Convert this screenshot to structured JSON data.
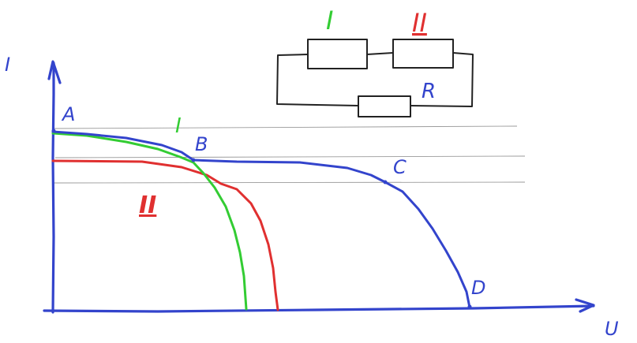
{
  "axes": {
    "y_label": "I",
    "x_label": "U"
  },
  "points": {
    "a": "A",
    "b": "B",
    "c": "C",
    "d": "D"
  },
  "curve_labels": {
    "first": "I",
    "second": "II"
  },
  "circuit": {
    "element_1": "I",
    "element_2": "II",
    "resistor": "R"
  },
  "colors": {
    "axes": "#3344cc",
    "curve_I": "#33cc33",
    "curve_II": "#e03030",
    "series_sum": "#3344cc",
    "guide_lines": "#9a9a9a",
    "circuit": "#222222"
  }
}
